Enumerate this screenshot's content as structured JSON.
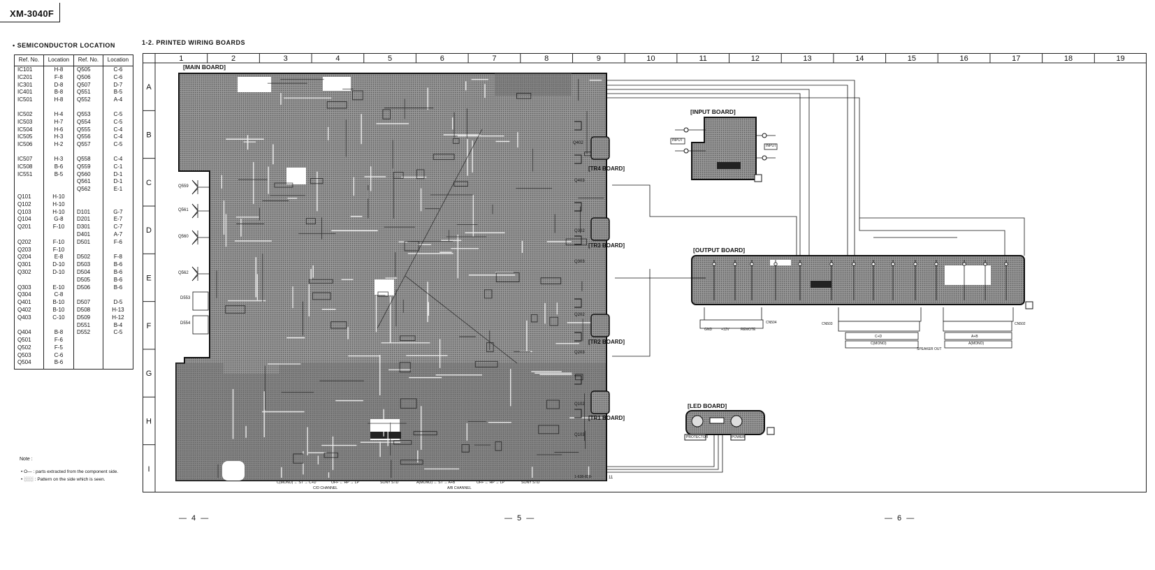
{
  "header": {
    "model": "XM-3040F"
  },
  "semiconductor": {
    "title": "• SEMICONDUCTOR LOCATION",
    "headers": [
      "Ref. No.",
      "Location",
      "Ref. No.",
      "Location"
    ],
    "rows": [
      [
        "IC101",
        "H-8",
        "Q505",
        "C-6"
      ],
      [
        "IC201",
        "F-8",
        "Q506",
        "C-6"
      ],
      [
        "IC301",
        "D-8",
        "Q507",
        "D-7"
      ],
      [
        "IC401",
        "B-8",
        "Q551",
        "B-5"
      ],
      [
        "IC501",
        "H-8",
        "Q552",
        "A-4"
      ],
      [
        "",
        "",
        "",
        ""
      ],
      [
        "IC502",
        "H-4",
        "Q553",
        "C-5"
      ],
      [
        "IC503",
        "H-7",
        "Q554",
        "C-5"
      ],
      [
        "IC504",
        "H-6",
        "Q555",
        "C-4"
      ],
      [
        "IC505",
        "H-3",
        "Q556",
        "C-4"
      ],
      [
        "IC506",
        "H-2",
        "Q557",
        "C-5"
      ],
      [
        "",
        "",
        "",
        ""
      ],
      [
        "IC507",
        "H-3",
        "Q558",
        "C-4"
      ],
      [
        "IC508",
        "B-6",
        "Q559",
        "C-1"
      ],
      [
        "IC551",
        "B-5",
        "Q560",
        "D-1"
      ],
      [
        "",
        "",
        "Q561",
        "D-1"
      ],
      [
        "",
        "",
        "Q562",
        "E-1"
      ],
      [
        "Q101",
        "H-10",
        "",
        ""
      ],
      [
        "Q102",
        "H-10",
        "",
        ""
      ],
      [
        "Q103",
        "H-10",
        "D101",
        "G-7"
      ],
      [
        "Q104",
        "G-8",
        "D201",
        "E-7"
      ],
      [
        "Q201",
        "F-10",
        "D301",
        "C-7"
      ],
      [
        "",
        "",
        "D401",
        "A-7"
      ],
      [
        "Q202",
        "F-10",
        "D501",
        "F-6"
      ],
      [
        "Q203",
        "F-10",
        "",
        ""
      ],
      [
        "Q204",
        "E-8",
        "D502",
        "F-8"
      ],
      [
        "Q301",
        "D-10",
        "D503",
        "B-6"
      ],
      [
        "Q302",
        "D-10",
        "D504",
        "B-6"
      ],
      [
        "",
        "",
        "D505",
        "B-6"
      ],
      [
        "Q303",
        "E-10",
        "D506",
        "B-6"
      ],
      [
        "Q304",
        "C-8",
        "",
        ""
      ],
      [
        "Q401",
        "B-10",
        "D507",
        "D-5"
      ],
      [
        "Q402",
        "B-10",
        "D508",
        "H-13"
      ],
      [
        "Q403",
        "C-10",
        "D509",
        "H-12"
      ],
      [
        "",
        "",
        "D551",
        "B-4"
      ],
      [
        "Q404",
        "B-8",
        "D552",
        "C-5"
      ],
      [
        "Q501",
        "F-6",
        "",
        ""
      ],
      [
        "Q502",
        "F-5",
        "",
        ""
      ],
      [
        "Q503",
        "C-6",
        "",
        ""
      ],
      [
        "Q504",
        "B-6",
        "",
        ""
      ]
    ]
  },
  "pwb": {
    "title": "1-2. PRINTED WIRING BOARDS",
    "columns": [
      "1",
      "2",
      "3",
      "4",
      "5",
      "6",
      "7",
      "8",
      "9",
      "10",
      "11",
      "12",
      "13",
      "14",
      "15",
      "16",
      "17",
      "18",
      "19"
    ],
    "rows": [
      "A",
      "B",
      "C",
      "D",
      "E",
      "F",
      "G",
      "H",
      "I"
    ]
  },
  "boards": {
    "main": "[MAIN BOARD]",
    "input": "[INPUT BOARD]",
    "output": "[OUTPUT BOARD]",
    "led": "[LED BOARD]",
    "tr1": "[TR1 BOARD]",
    "tr2": "[TR2 BOARD]",
    "tr3": "[TR3 BOARD]",
    "tr4": "[TR4 BOARD]"
  },
  "transistors": {
    "left": [
      "Q559",
      "Q561",
      "Q560",
      "Q562",
      "D553",
      "D554"
    ],
    "right": [
      "Q402",
      "Q403",
      "Q302",
      "Q303",
      "Q202",
      "Q203",
      "Q102",
      "Q103"
    ]
  },
  "bottom_labels": {
    "main_left": "C(MONO) ← ST → C+D",
    "main_left2": "OFF ← HP → LP",
    "main_left3": "C/D CHANNEL",
    "sony1": "SONY STD",
    "main_right": "A(MONO) ← ST → A+B",
    "main_right2": "OFF ← HP → LP",
    "main_right3": "A/B CHANNEL",
    "sony2": "SONY STD",
    "pcb_number": "1-638-838-",
    "sheet": "11"
  },
  "output_labels": {
    "cn504": "CN504",
    "terms": [
      "GND",
      "+12V",
      "REMOTE"
    ],
    "cn503": "CN503",
    "cn502": "CN502",
    "cd": "C+D",
    "cmono": "C(MONO)",
    "ab": "A+B",
    "amono": "A(MONO)",
    "speaker_out": "SPEAKER OUT"
  },
  "led_labels": {
    "protector": "PROTECTOR",
    "power": "POWER"
  },
  "input_labels": {
    "input": "INPUT"
  },
  "notes": {
    "title": "Note :",
    "line1": "• O— : parts extracted from the component side.",
    "line2": "• ░░░ : Pattern on the side which is seen."
  },
  "pages": [
    "— 4 —",
    "— 5 —",
    "— 6 —"
  ]
}
